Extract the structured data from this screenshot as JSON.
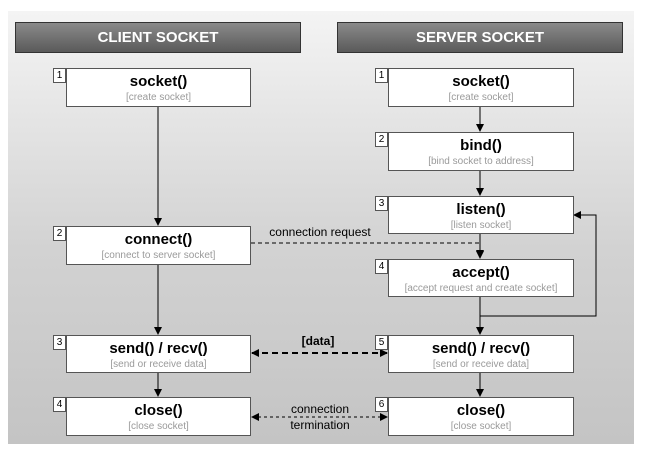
{
  "headers": {
    "client": "CLIENT SOCKET",
    "server": "SERVER SOCKET"
  },
  "client_steps": [
    {
      "num": "1",
      "fn": "socket()",
      "desc": "[create socket]"
    },
    {
      "num": "2",
      "fn": "connect()",
      "desc": "[connect to server socket]"
    },
    {
      "num": "3",
      "fn": "send() / recv()",
      "desc": "[send or receive data]"
    },
    {
      "num": "4",
      "fn": "close()",
      "desc": "[close socket]"
    }
  ],
  "server_steps": [
    {
      "num": "1",
      "fn": "socket()",
      "desc": "[create socket]"
    },
    {
      "num": "2",
      "fn": "bind()",
      "desc": "[bind socket to address]"
    },
    {
      "num": "3",
      "fn": "listen()",
      "desc": "[listen socket]"
    },
    {
      "num": "4",
      "fn": "accept()",
      "desc": "[accept request and create socket]"
    },
    {
      "num": "5",
      "fn": "send() / recv()",
      "desc": "[send or receive data]"
    },
    {
      "num": "6",
      "fn": "close()",
      "desc": "[close socket]"
    }
  ],
  "labels": {
    "connection_request": "connection request",
    "data": "[data]",
    "termination_line1": "connection",
    "termination_line2": "termination"
  }
}
